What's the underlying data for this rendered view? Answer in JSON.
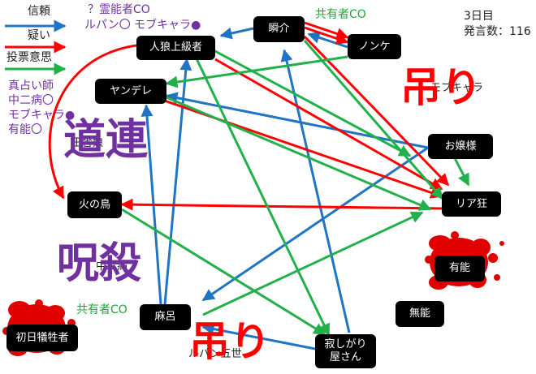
{
  "legend": {
    "trust": "信頼",
    "doubt": "疑い",
    "vote": "投票意思",
    "colors": {
      "trust": "#1f74c4",
      "doubt": "#ff0000",
      "vote": "#21b04a"
    }
  },
  "notes": {
    "top_co_line1": "？霊能者CO",
    "top_co_line2": "ルパン〇 モブキャラ●",
    "claims": [
      "真占い師",
      "中二病〇",
      "モブキャラ●",
      "有能〇"
    ],
    "kyoyu_top": "共有者CO",
    "kyoyu_bottom": "共有者CO",
    "lupin": "ルパン五世",
    "mob_chara": "モブキャラ",
    "idol_daughter": "田舎娘",
    "chuunibyou": "中二病"
  },
  "status": {
    "day": "3日目",
    "speech_count": "発言数：116"
  },
  "stamps": {
    "michizure": "道連",
    "hang_1": "吊り",
    "hang_2": "吊り",
    "curse_kill": "呪殺"
  },
  "nodes": {
    "shunsuke": "瞬介",
    "nonke": "ノンケ",
    "jinro": "人狼上級者",
    "yandere": "ヤンデレ",
    "ojousama": "お嬢様",
    "riakyo": "リア狂",
    "hinotori": "火の鳥",
    "maro": "麻呂",
    "sabishigari": [
      "寂しがり",
      "屋さん"
    ],
    "yuno": "有能",
    "muno": "無能",
    "shonichi": "初日犠牲者"
  }
}
